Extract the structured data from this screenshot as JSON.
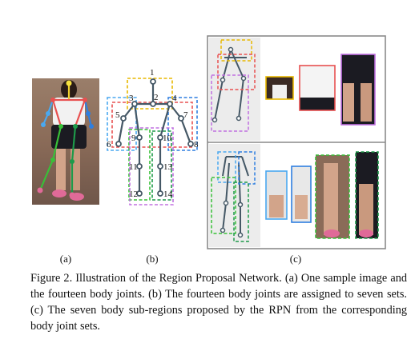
{
  "panel_labels": {
    "a": "(a)",
    "b": "(b)",
    "c": "(c)"
  },
  "joint_numbers": [
    "1",
    "2",
    "3",
    "4",
    "5",
    "6",
    "7",
    "8",
    "9",
    "10",
    "11",
    "12",
    "13",
    "14"
  ],
  "caption": {
    "figure_number": "Figure 2.",
    "text": "Illustration of the Region Proposal Network. (a) One sample image and the fourteen body joints. (b) The fourteen body joints are assigned to seven sets. (c) The seven body sub-regions proposed by the RPN from the corresponding body joint sets."
  },
  "colors": {
    "head": "#e8b800",
    "upper_body": "#e85050",
    "left_arm": "#4aa8f0",
    "right_arm": "#2f7fe0",
    "left_leg": "#38c038",
    "right_leg": "#1e9a4a",
    "full_body": "#c070e0",
    "skeleton": "#455866"
  }
}
